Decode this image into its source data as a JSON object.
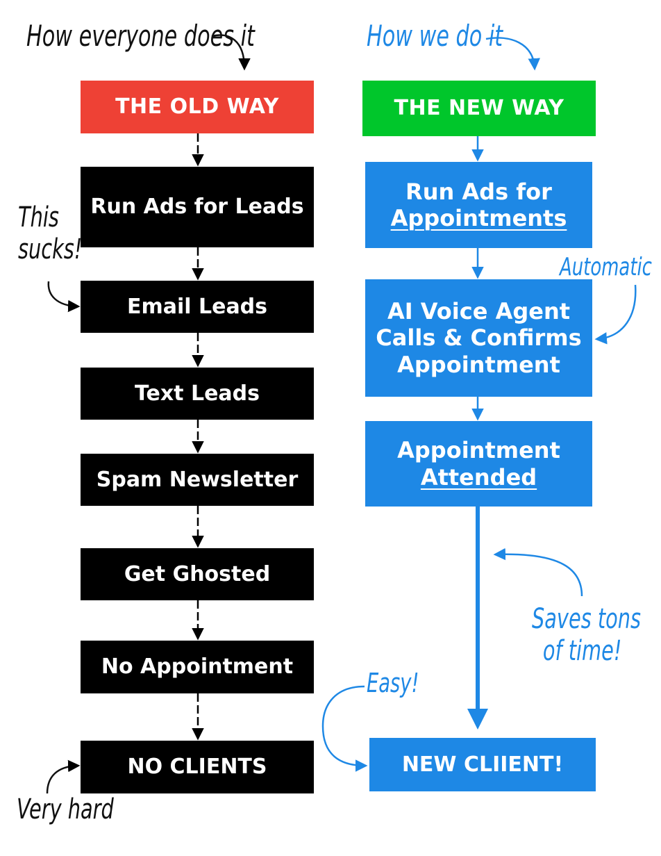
{
  "old_way": {
    "intro_note": "How everyone does it",
    "header": "THE OLD WAY",
    "steps": [
      "Run Ads for Leads",
      "Email Leads",
      "Text Leads",
      "Spam Newsletter",
      "Get Ghosted",
      "No Appointment",
      "NO CLIENTS"
    ],
    "side_note_lines": [
      "This",
      "sucks!"
    ],
    "bottom_note": "Very hard"
  },
  "new_way": {
    "intro_note": "How we do it",
    "header": "THE NEW WAY",
    "step1": {
      "line1": "Run Ads for",
      "line2": "Appointments"
    },
    "step2": {
      "line1": "AI Voice Agent",
      "line2": "Calls & Confirms",
      "line3": "Appointment"
    },
    "step3": {
      "line1": "Appointment",
      "line2": "Attended"
    },
    "final": "NEW CLIIENT!",
    "automatic_note": "Automatic",
    "saves_note_lines": [
      "Saves tons",
      "of time!"
    ],
    "easy_note": "Easy!"
  },
  "colors": {
    "old_header": "#EE4135",
    "new_header": "#00C62B",
    "new_box": "#1E88E5",
    "old_box": "#000000",
    "annotation_blue": "#1E88E5"
  }
}
